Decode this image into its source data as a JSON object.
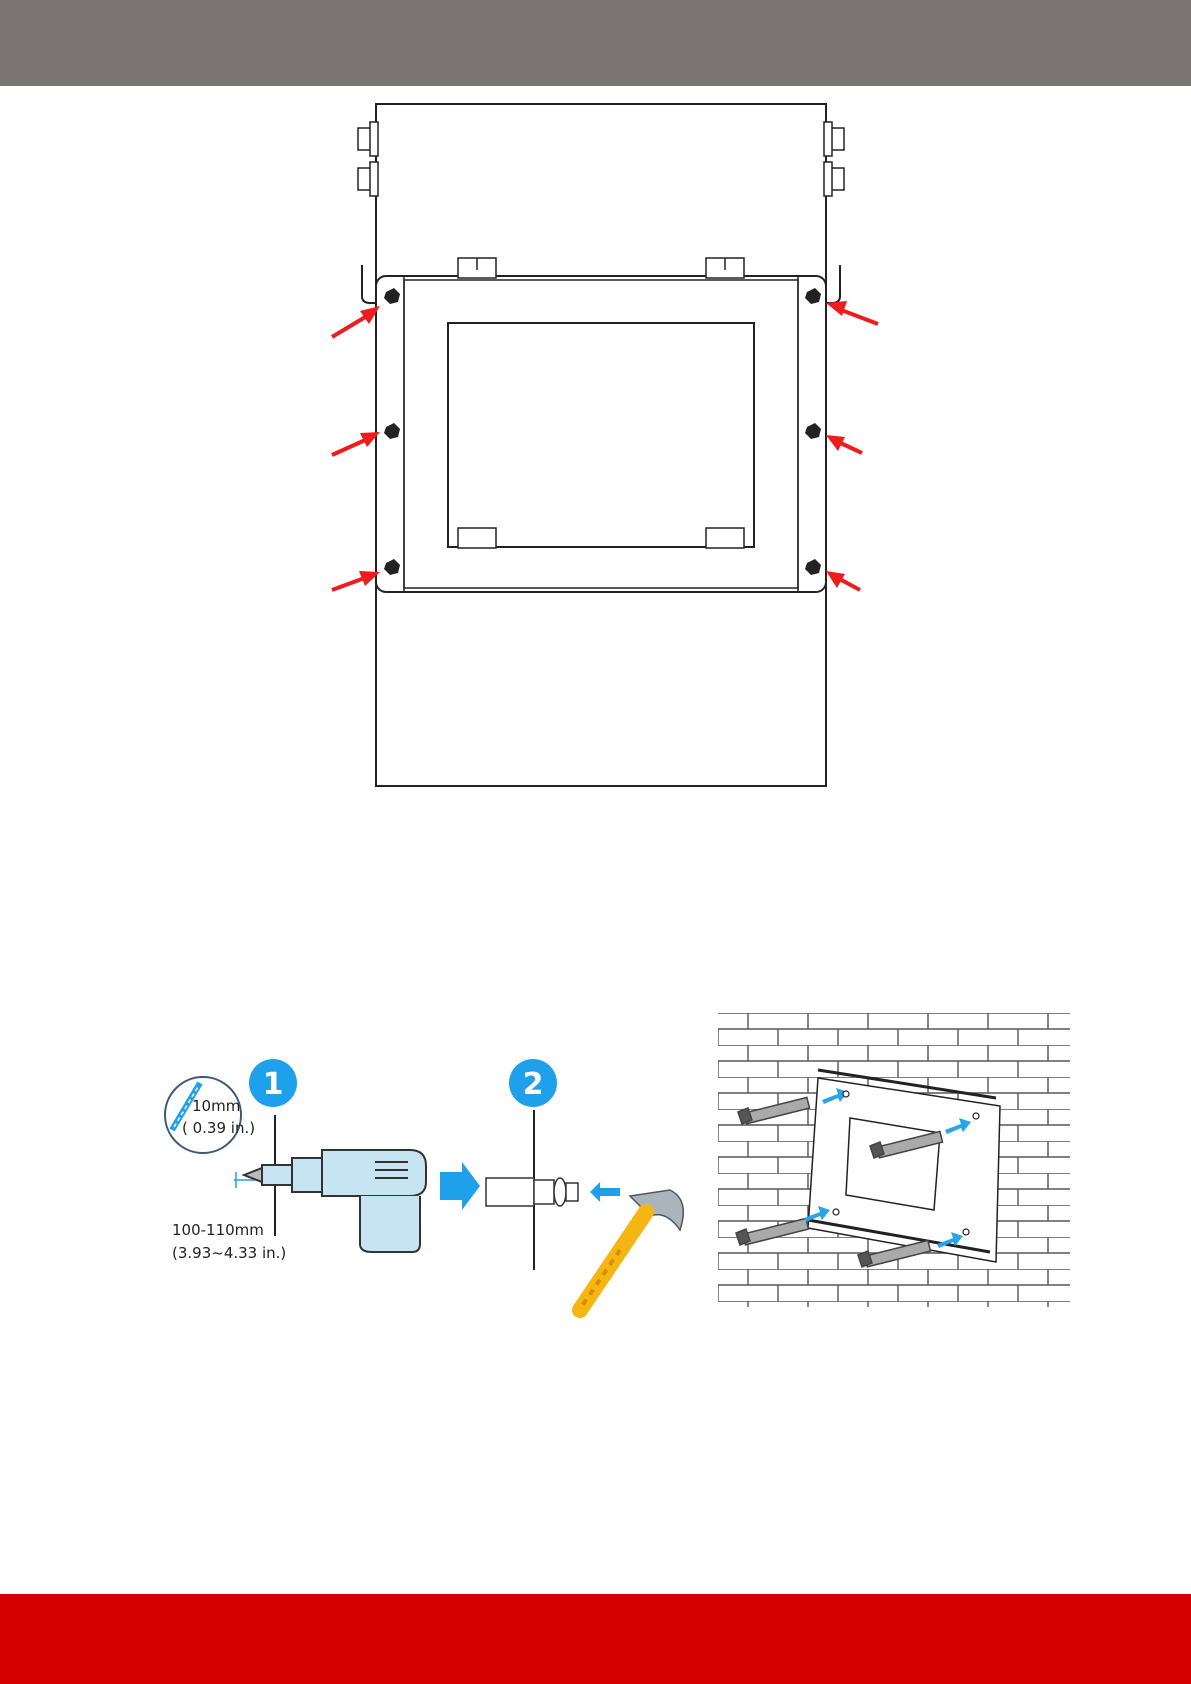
{
  "colors": {
    "header": "#7a7574",
    "footer": "#d40000",
    "arrow_red": "#ee1c1c",
    "step_blue": "#1ea0ea",
    "arrow_blue": "#2aa3e8",
    "drill_body": "#c6e4f2",
    "hammer_handle": "#f5b512"
  },
  "figure1": {
    "name": "wall-bracket-screws-diagram",
    "screw_markers": 6
  },
  "figure2": {
    "drill_bit_size": "10mm",
    "drill_bit_size_in": "( 0.39 in.)",
    "drill_depth": "100-110mm",
    "drill_depth_in": "(3.93~4.33 in.)",
    "step1": "1",
    "step2": "2"
  },
  "figure3": {
    "name": "bracket-mounted-on-brick-wall",
    "bolts": 4
  }
}
